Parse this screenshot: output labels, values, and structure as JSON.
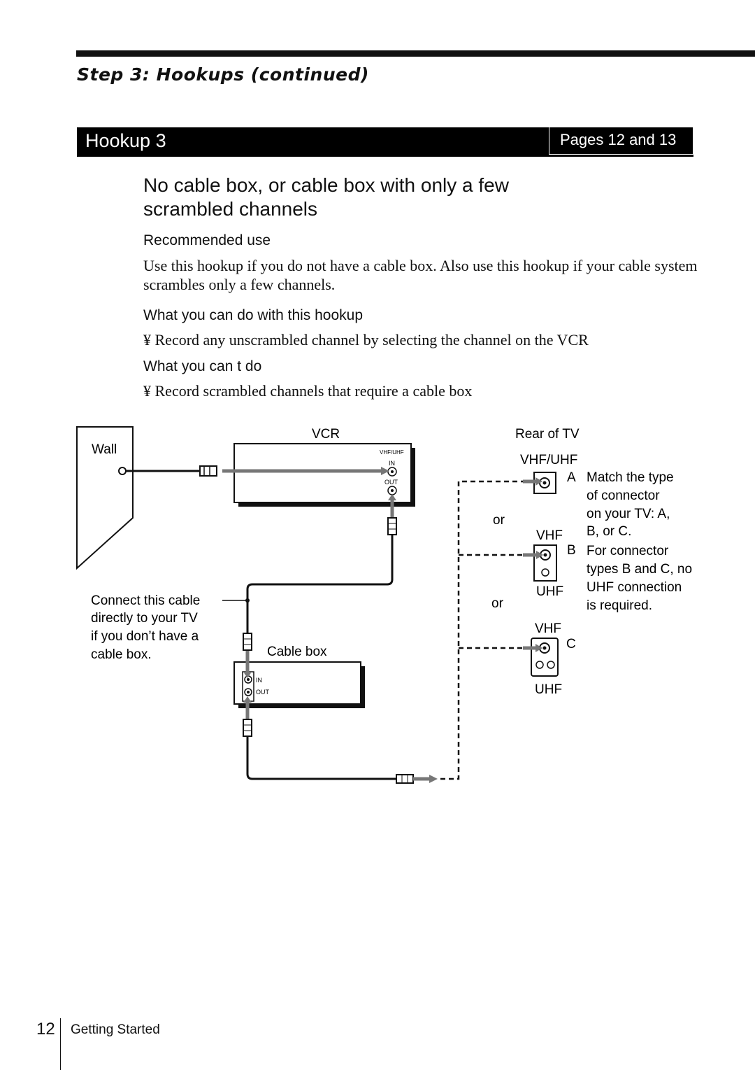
{
  "header": {
    "section_title": "Step 3: Hookups (continued)"
  },
  "hookup_bar": {
    "title": "Hookup 3",
    "pages": "Pages 12 and 13"
  },
  "main_heading": "No cable box, or cable box with only a few scrambled channels",
  "recommended": {
    "heading": "Recommended use",
    "text": "Use this hookup if you do not have a cable box.  Also use this hookup if your cable system scrambles only a few channels."
  },
  "can_do": {
    "heading": "What you can do with this hookup",
    "item": "¥ Record any unscrambled channel by selecting the channel on the VCR"
  },
  "cant_do": {
    "heading": "What you can t do",
    "item": "¥ Record scrambled channels that require a cable box"
  },
  "diagram": {
    "wall_label": "Wall",
    "vcr_label": "VCR",
    "vcr_port_label": "VHF/UHF",
    "vcr_in": "IN",
    "vcr_out": "OUT",
    "connect_note": [
      "Connect this cable",
      "directly to your TV",
      "if you don’t have a",
      "cable box."
    ],
    "cable_box_label": "Cable box",
    "cable_box_in": "IN",
    "cable_box_out": "OUT",
    "rear_tv_label": "Rear of TV",
    "vhf_uhf_label": "VHF/UHF",
    "or_1": "or",
    "or_2": "or",
    "vhf_b": "VHF",
    "uhf_b": "UHF",
    "vhf_c": "VHF",
    "uhf_c": "UHF",
    "letter_a": "A",
    "letter_b": "B",
    "letter_c": "C",
    "match_note": [
      "Match the type",
      "of connector",
      "on your TV: A,",
      "B, or C."
    ],
    "bc_note": [
      "For connector",
      "types B and C, no",
      "UHF connection",
      "is required."
    ]
  },
  "footer": {
    "page_number": "12",
    "label": "Getting Started"
  }
}
